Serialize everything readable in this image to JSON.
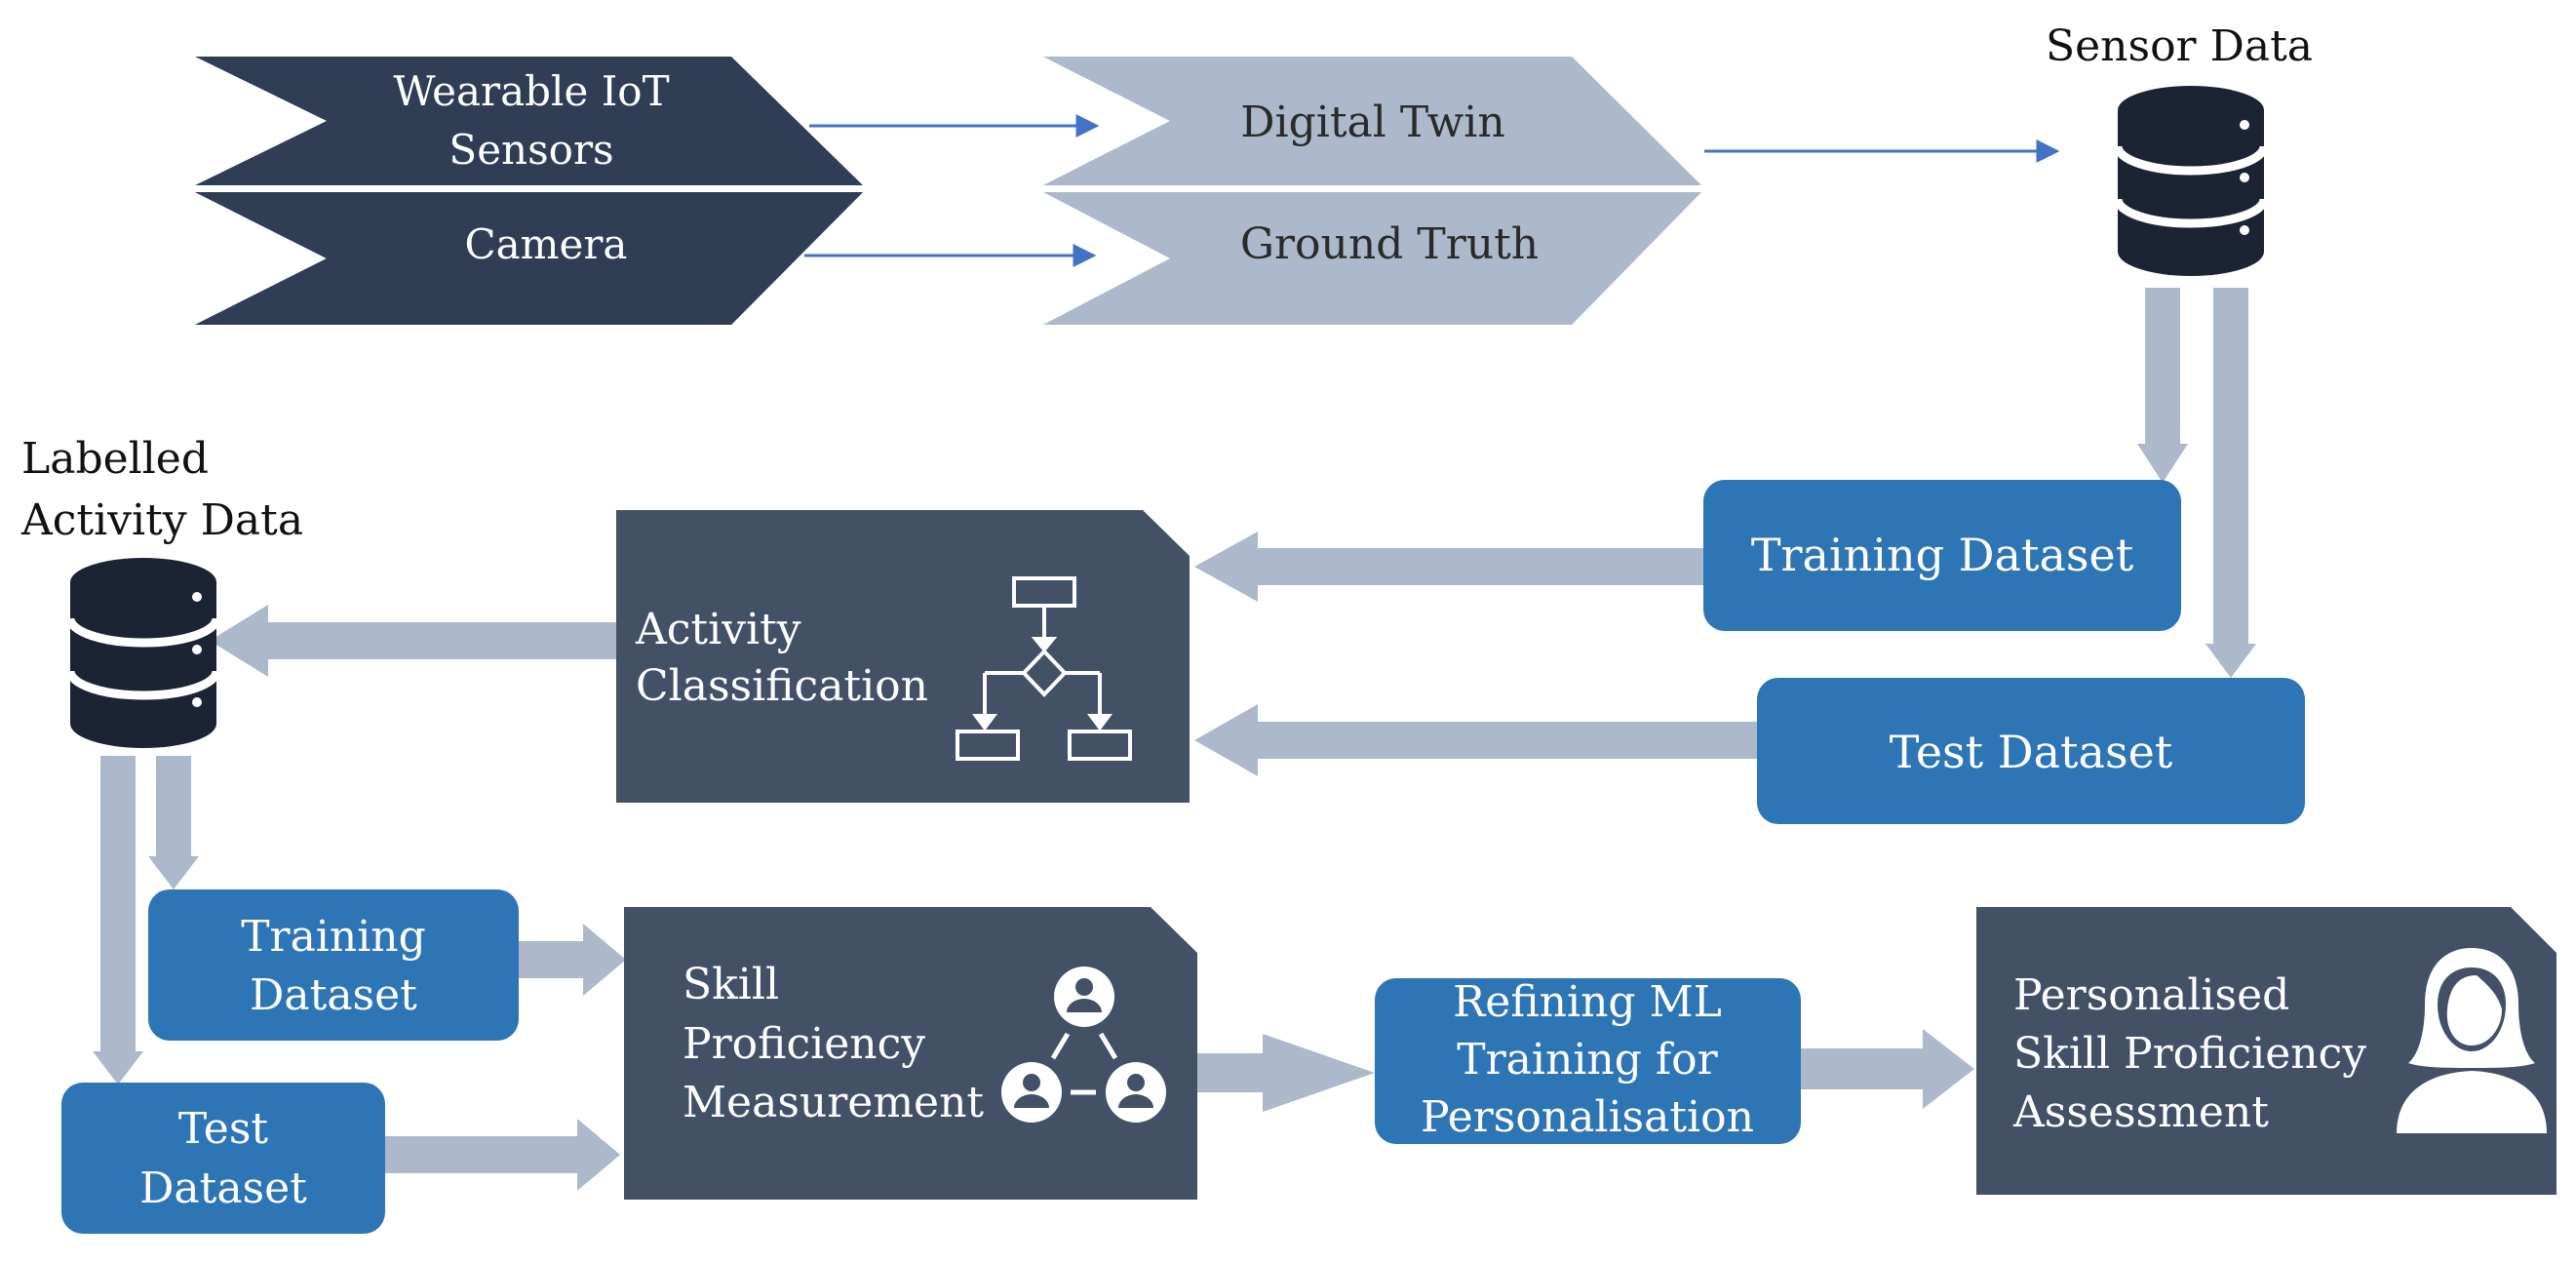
{
  "chevrons": {
    "wearable_line1": "Wearable IoT",
    "wearable_line2": "Sensors",
    "camera": "Camera",
    "digital_twin": "Digital Twin",
    "ground_truth": "Ground Truth"
  },
  "databases": {
    "sensor_data": "Sensor Data",
    "labelled_line1": "Labelled",
    "labelled_line2": "Activity Data"
  },
  "boxes": {
    "training_dataset_top": "Training Dataset",
    "test_dataset_top": "Test Dataset",
    "activity_line1": "Activity",
    "activity_line2": "Classification",
    "training_dataset_bottom_line1": "Training",
    "training_dataset_bottom_line2": "Dataset",
    "test_dataset_bottom_line1": "Test",
    "test_dataset_bottom_line2": "Dataset",
    "skill_line1": "Skill",
    "skill_line2": "Proficiency",
    "skill_line3": "Measurement",
    "refining_line1": "Refining ML",
    "refining_line2": "Training for",
    "refining_line3": "Personalisation",
    "personalised_line1": "Personalised",
    "personalised_line2": "Skill Proficiency",
    "personalised_line3": "Assessment"
  },
  "colors": {
    "dark_navy": "#313d55",
    "slate": "#435066",
    "light_gray_blue": "#adb9ca",
    "blue": "#2e75b6",
    "arrow_gray": "#adb9ca",
    "thin_arrow": "#4472c4",
    "db_black": "#1c2434"
  },
  "icons": [
    "database-icon",
    "flowchart-icon",
    "team-network-icon",
    "person-icon"
  ]
}
